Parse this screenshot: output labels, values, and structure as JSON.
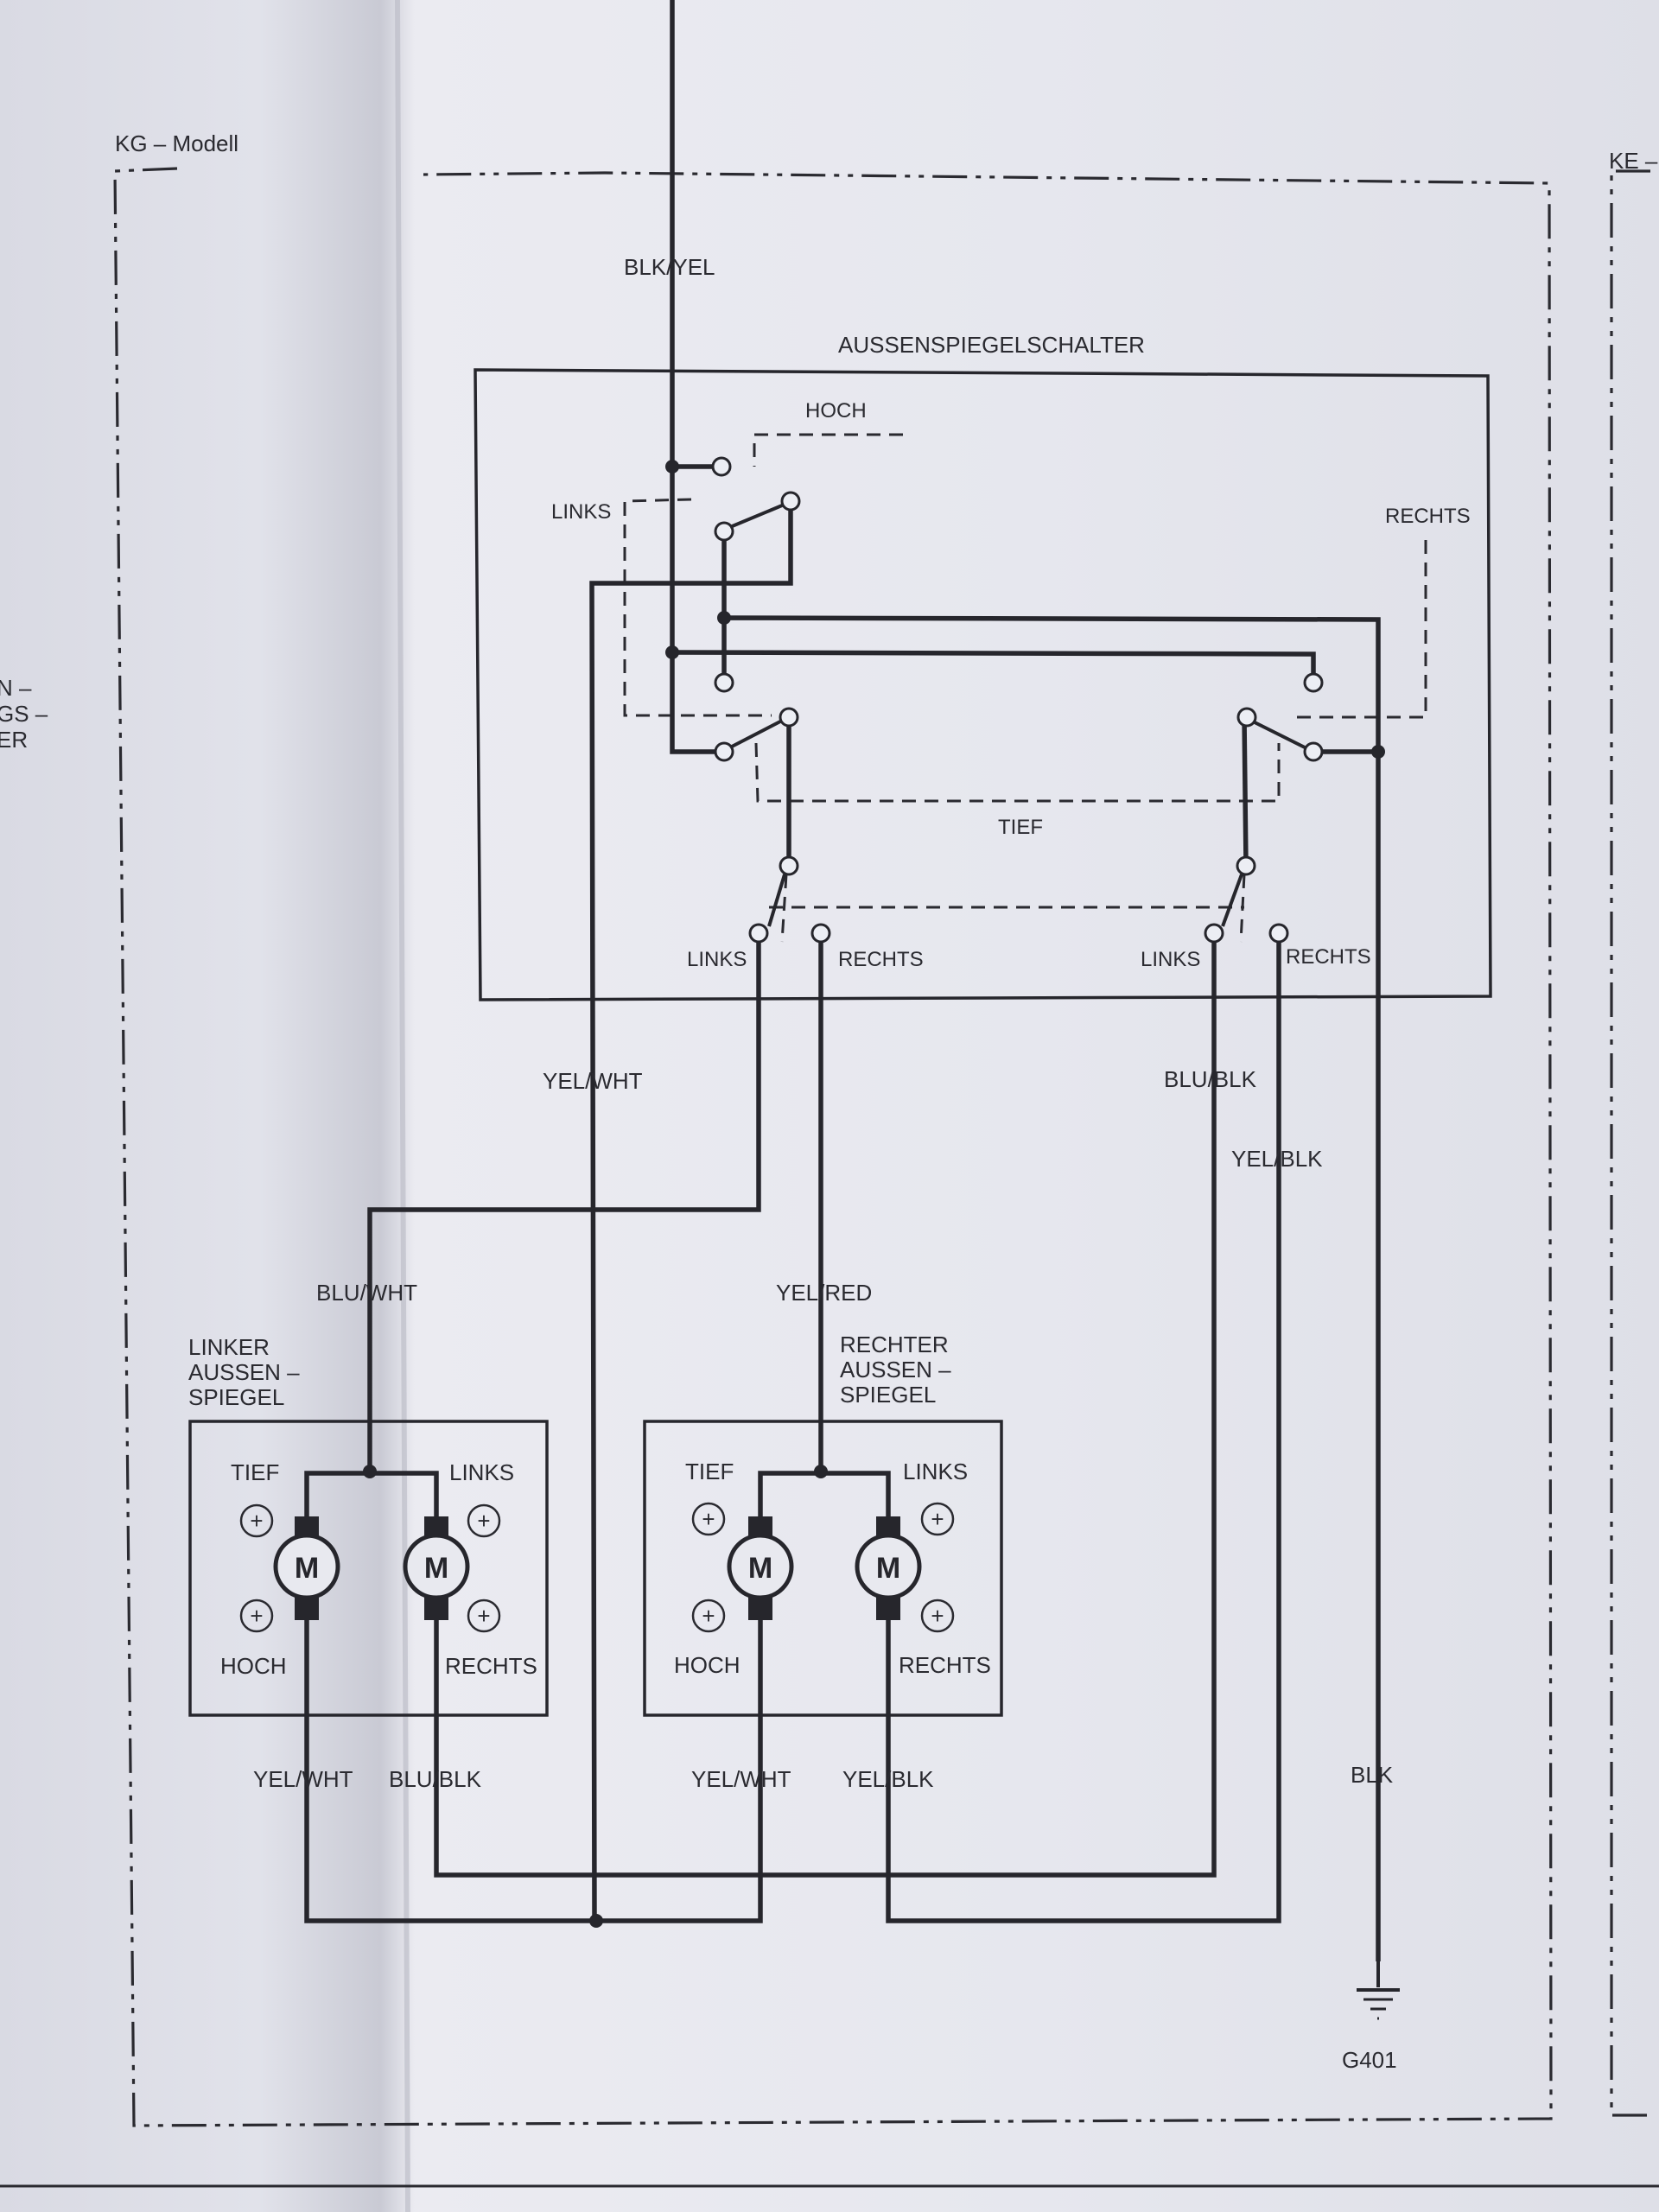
{
  "frames": {
    "kg_model": "KG – Modell",
    "ke_model_partial": "KE –",
    "left_edge_partial": [
      "N –",
      "GS –",
      "ER"
    ]
  },
  "switch": {
    "title": "AUSSENSPIEGELSCHALTER",
    "up": "HOCH",
    "down": "TIEF",
    "left_top": "LINKS",
    "right_top": "RECHTS",
    "selector_left_links": "LINKS",
    "selector_left_rechts": "RECHTS",
    "selector_right_links": "LINKS",
    "selector_right_rechts": "RECHTS"
  },
  "wires": {
    "supply": "BLK/YEL",
    "yel_wht_main": "YEL/WHT",
    "blu_blk_main": "BLU/BLK",
    "yel_blk_main": "YEL/BLK",
    "blu_wht": "BLU/WHT",
    "yel_red": "YEL/RED",
    "ground_wire": "BLK",
    "left_bottom_1": "YEL/WHT",
    "left_bottom_2": "BLU/BLK",
    "right_bottom_1": "YEL/WHT",
    "right_bottom_2": "YEL/BLK"
  },
  "left_mirror": {
    "title": [
      "LINKER",
      "AUSSEN –",
      "SPIEGEL"
    ],
    "tief": "TIEF",
    "links": "LINKS",
    "hoch": "HOCH",
    "rechts": "RECHTS",
    "motor_a": "M",
    "motor_b": "M"
  },
  "right_mirror": {
    "title": [
      "RECHTER",
      "AUSSEN –",
      "SPIEGEL"
    ],
    "tief": "TIEF",
    "links": "LINKS",
    "hoch": "HOCH",
    "rechts": "RECHTS",
    "motor_a": "M",
    "motor_b": "M"
  },
  "ground": {
    "label": "G401"
  },
  "plus_symbol": "+"
}
